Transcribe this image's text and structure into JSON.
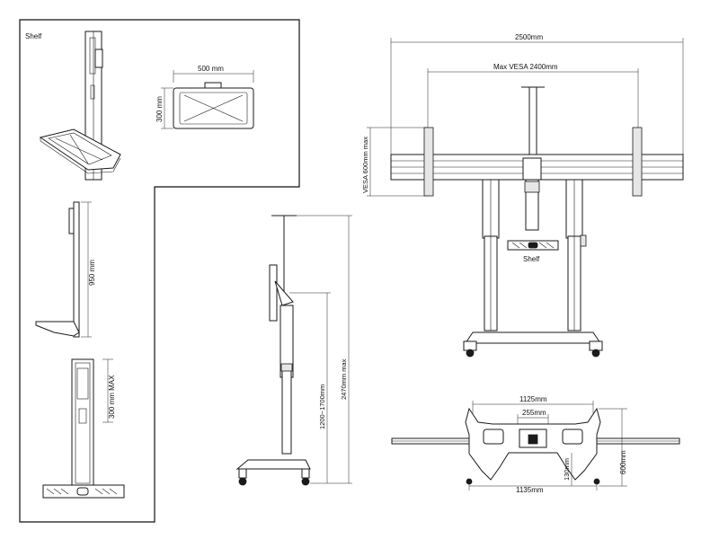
{
  "labels": {
    "shelf_panel_title": "Shelf",
    "shelf_width": "500 mm",
    "shelf_depth": "300 mm",
    "shelf_height": "950 mm",
    "shelf_adjust": "300 mm MAX",
    "overall_width": "2500mm",
    "max_vesa": "Max VESA 2400mm",
    "vesa_height": "VESA 600mm max",
    "shelf_callout": "Shelf",
    "total_height": "2470mm max",
    "height_range": "1200~1700mm",
    "base_span": "1125mm",
    "base_center": "255mm",
    "base_depth": "600mm",
    "base_offset": "130mm",
    "base_width": "1135mm"
  }
}
